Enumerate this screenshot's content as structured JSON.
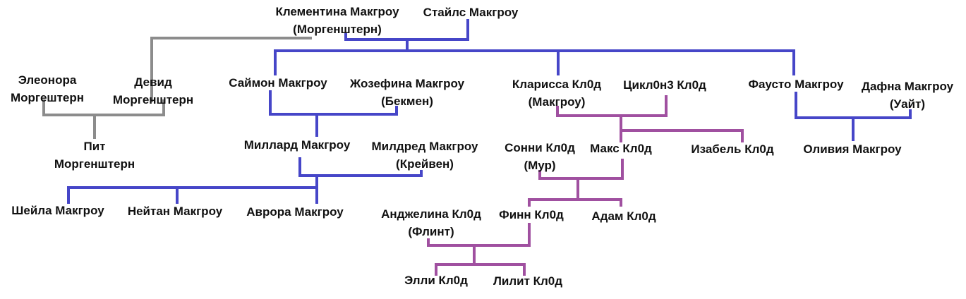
{
  "colors": {
    "grey": "#8c8c8c",
    "blue": "#4646c8",
    "purple": "#a050a0",
    "text": "#111111",
    "background": "#ffffff"
  },
  "people": {
    "clementina": {
      "line1": "Клементина Макгроу",
      "line2": "(Моргенштерн)"
    },
    "styles": {
      "line1": "Стайлс Макгроу",
      "line2": ""
    },
    "eleonora": {
      "line1": "Элеонора",
      "line2": "Моргештерн"
    },
    "david": {
      "line1": "Девид",
      "line2": "Моргенштерн"
    },
    "pit": {
      "line1": "Пит",
      "line2": "Моргенштерн"
    },
    "simon": {
      "line1": "Саймон Макгроу",
      "line2": ""
    },
    "josephina": {
      "line1": "Жозефина Макгроу",
      "line2": "(Бекмен)"
    },
    "clarissa": {
      "line1": "Кларисса Кл0д",
      "line2": "(Макгроу)"
    },
    "cyclone": {
      "line1": "Цикл0н3 Кл0д",
      "line2": ""
    },
    "fausto": {
      "line1": "Фаусто Макгроу",
      "line2": ""
    },
    "daphne": {
      "line1": "Дафна Макгроу",
      "line2": "(Уайт)"
    },
    "millard": {
      "line1": "Миллард Макгроу",
      "line2": ""
    },
    "mildred": {
      "line1": "Милдред Макгроу",
      "line2": "(Крейвен)"
    },
    "sonny": {
      "line1": "Сонни Кл0д",
      "line2": "(Мур)"
    },
    "max": {
      "line1": "Макс Кл0д",
      "line2": ""
    },
    "isabel": {
      "line1": "Изабель Кл0д",
      "line2": ""
    },
    "olivia": {
      "line1": "Оливия Макгроу",
      "line2": ""
    },
    "sheila": {
      "line1": "Шейла Макгроу",
      "line2": ""
    },
    "nathan": {
      "line1": "Нейтан Макгроу",
      "line2": ""
    },
    "aurora": {
      "line1": "Аврора Макгроу",
      "line2": ""
    },
    "angelina": {
      "line1": "Анджелина Кл0д",
      "line2": "(Флинт)"
    },
    "finn": {
      "line1": "Финн Кл0д",
      "line2": ""
    },
    "adam": {
      "line1": "Адам Кл0д",
      "line2": ""
    },
    "ellie": {
      "line1": "Элли Кл0д",
      "line2": ""
    },
    "lilith": {
      "line1": "Лилит Кл0д",
      "line2": ""
    }
  }
}
